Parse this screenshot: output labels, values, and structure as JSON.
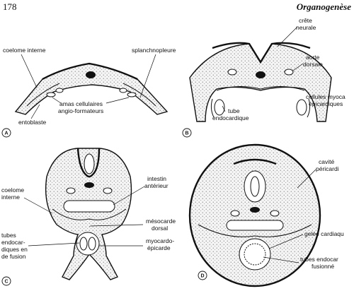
{
  "header": {
    "page_number": "178",
    "running_title": "Organogenèse"
  },
  "panels": {
    "A": {
      "letter": "A",
      "labels": {
        "coelome_interne": "coelome interne",
        "splanchnopleure": "splanchnopleure",
        "amas_line1": "amas cellulaires",
        "amas_line2": "angio-formateurs",
        "entoblaste": "entoblaste"
      }
    },
    "B": {
      "letter": "B",
      "labels": {
        "crete_line1": "crête",
        "crete_line2": "neurale",
        "aorte_line1": "aorte",
        "aorte_line2": "dorsale",
        "cellules_line1": "cellules myoca",
        "cellules_line2": "épicardiques",
        "tube_line1": "tube",
        "tube_line2": "endocardique"
      }
    },
    "C": {
      "letter": "C",
      "labels": {
        "coelome_line1": "coelome",
        "coelome_line2": "interne",
        "intestin_line1": "intestin",
        "intestin_line2": "antérieur",
        "tubes_line1": "tubes",
        "tubes_line2": "endocar-",
        "tubes_line3": "diques en",
        "tubes_line4": "de fusion",
        "mesocarde_line1": "mésocarde",
        "mesocarde_line2": "dorsal",
        "myocarde_line1": "myocardo-",
        "myocarde_line2": "épicarde"
      }
    },
    "D": {
      "letter": "D",
      "labels": {
        "cavite_line1": "cavité",
        "cavite_line2": "péricardi",
        "gelee": "gelée cardiaqu",
        "tubes_line1": "tubes endocar",
        "tubes_line2": "fusionné"
      }
    }
  }
}
